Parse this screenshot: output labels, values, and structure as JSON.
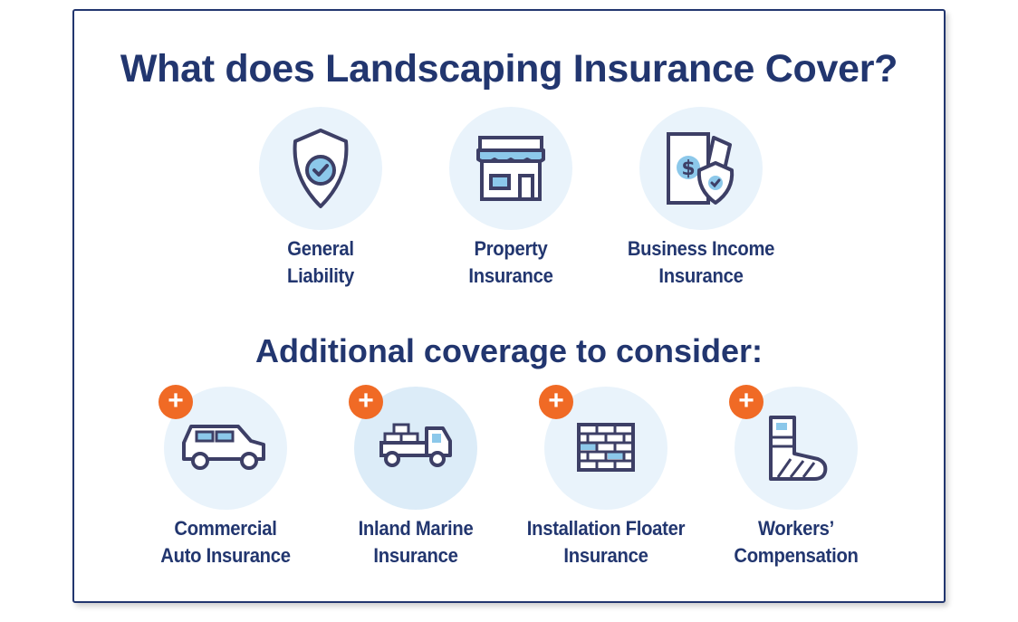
{
  "title": "What does Landscaping Insurance Cover?",
  "subtitle": "Additional coverage to consider:",
  "primary": [
    {
      "line1": "General",
      "line2": "Liability",
      "icon": "shield-check-icon"
    },
    {
      "line1": "Property",
      "line2": "Insurance",
      "icon": "storefront-icon"
    },
    {
      "line1": "Business Income",
      "line2": "Insurance",
      "icon": "money-shield-icon"
    }
  ],
  "additional": [
    {
      "line1": "Commercial",
      "line2": "Auto Insurance",
      "icon": "car-icon",
      "badge": "+"
    },
    {
      "line1": "Inland Marine",
      "line2": "Insurance",
      "icon": "truck-cargo-icon",
      "badge": "+"
    },
    {
      "line1": "Installation Floater",
      "line2": "Insurance",
      "icon": "brick-wall-icon",
      "badge": "+"
    },
    {
      "line1": "Workers’",
      "line2": "Compensation",
      "icon": "leg-cast-icon",
      "badge": "+"
    }
  ],
  "colors": {
    "navy": "#22366f",
    "circle": "#e9f3fb",
    "accent": "#f06a25",
    "iconBlue": "#8cc8ea"
  }
}
